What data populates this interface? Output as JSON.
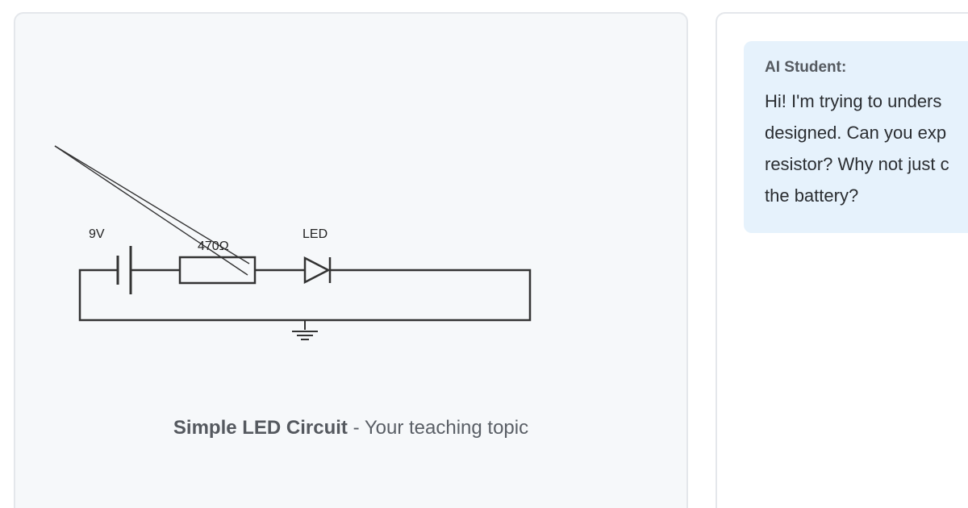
{
  "diagram": {
    "battery_label": "9V",
    "resistor_label": "470Ω",
    "led_label": "LED"
  },
  "caption": {
    "topic_name": "Simple LED Circuit",
    "separator": " - ",
    "topic_suffix": "Your teaching topic"
  },
  "chat": {
    "sender": "AI Student:",
    "line_1": "Hi! I'm trying to unders",
    "line_2": "designed. Can you exp",
    "line_3": "resistor? Why not just c",
    "line_4": "the battery?"
  }
}
